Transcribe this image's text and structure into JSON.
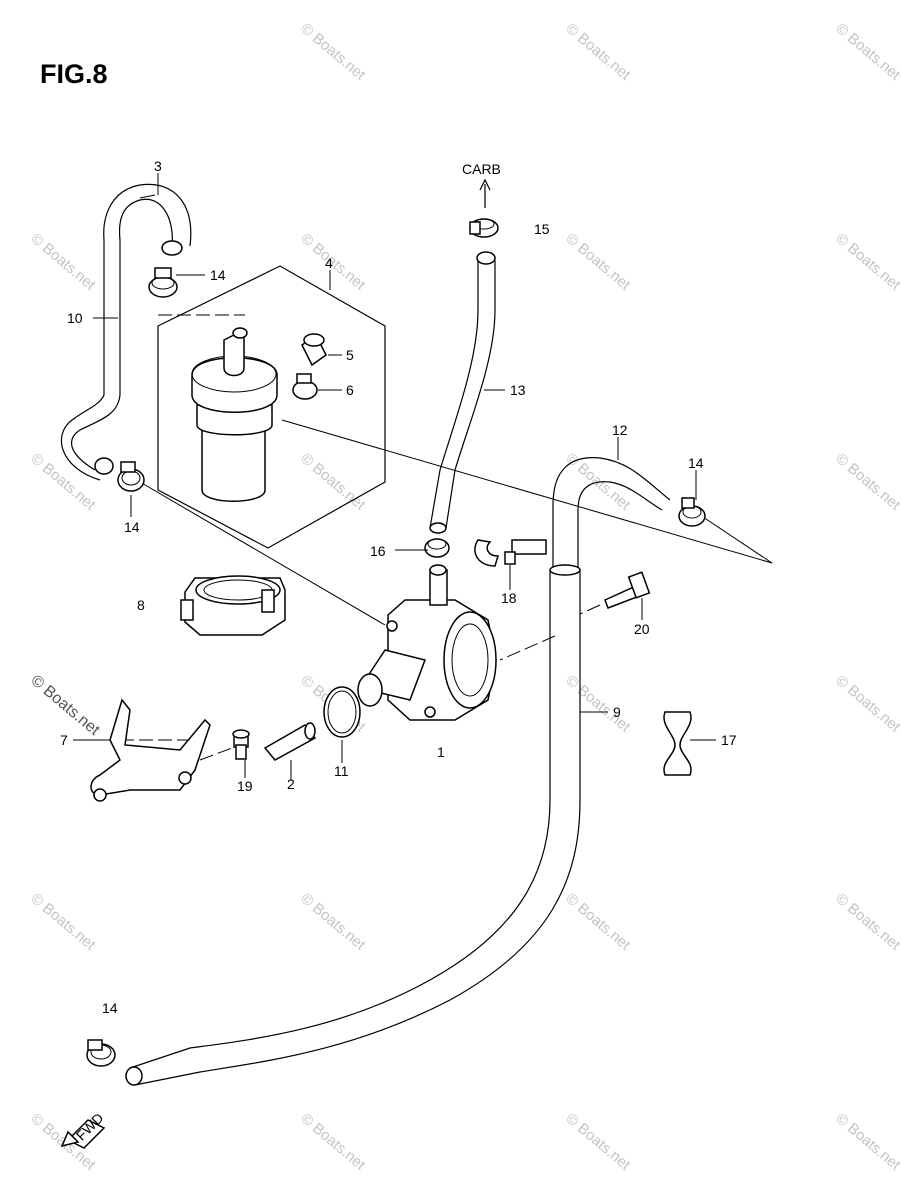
{
  "figure": {
    "title": "FIG.8"
  },
  "labels": {
    "carb": "CARB",
    "fwd": "FWD"
  },
  "callouts": [
    "1",
    "2",
    "3",
    "4",
    "5",
    "6",
    "7",
    "8",
    "9",
    "10",
    "11",
    "12",
    "13",
    "14",
    "15",
    "16",
    "17",
    "18",
    "19",
    "20"
  ],
  "watermark": {
    "text": "© Boats.net"
  },
  "colors": {
    "line": "#000000",
    "background": "#ffffff",
    "watermark": "#c4c4c4"
  }
}
